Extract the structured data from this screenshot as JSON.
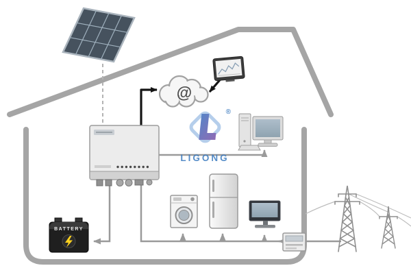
{
  "diagram": {
    "type": "solar-home-energy-system",
    "watermark": {
      "text": "LIGONG",
      "registered": "®"
    },
    "cloud": {
      "symbol": "@"
    },
    "battery": {
      "label": "BATTERY"
    },
    "icons": [
      "solar-panel-icon",
      "inverter-icon",
      "internet-cloud-icon",
      "monitoring-tablet-icon",
      "desktop-computer-icon",
      "washing-machine-icon",
      "refrigerator-icon",
      "tv-icon",
      "battery-icon",
      "energy-meter-icon",
      "transmission-tower-icon",
      "lightning-bolt-icon"
    ],
    "colors": {
      "house_outline": "#a5a5a5",
      "arrow_gray": "#9a9a9a",
      "signal_line_black": "#151515",
      "logo_blue": "#3a7abf",
      "logo_purple": "#7b52a8",
      "bolt_yellow": "#ffd21e",
      "panel_cell": "#46525e"
    }
  }
}
